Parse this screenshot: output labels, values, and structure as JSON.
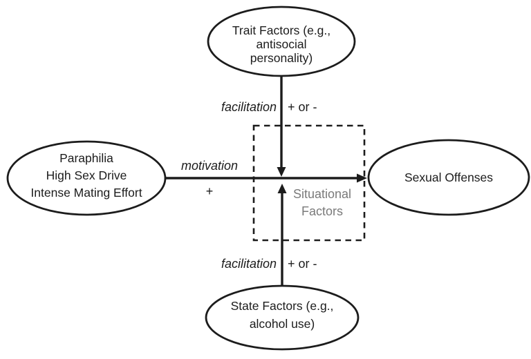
{
  "diagram": {
    "nodes": {
      "trait_factors": {
        "lines": [
          "Trait Factors (e.g.,",
          "antisocial",
          "personality)"
        ]
      },
      "predisposition": {
        "lines": [
          "Paraphilia",
          "High Sex Drive",
          "Intense Mating Effort"
        ]
      },
      "sexual_offenses": {
        "lines": [
          "Sexual Offenses"
        ]
      },
      "state_factors": {
        "lines": [
          "State Factors (e.g.,",
          "alcohol use)"
        ]
      },
      "situational_factors": {
        "lines": [
          "Situational",
          "Factors"
        ]
      }
    },
    "edges": {
      "motivation": {
        "label": "motivation",
        "sign": "+"
      },
      "trait_facilitation": {
        "label": "facilitation",
        "sign": "+ or -"
      },
      "state_facilitation": {
        "label": "facilitation",
        "sign": "+ or -"
      }
    },
    "colors": {
      "line": "#1c1c1c",
      "text": "#1c1c1c",
      "situational_text": "#7a7a7a",
      "background": "#ffffff"
    }
  }
}
